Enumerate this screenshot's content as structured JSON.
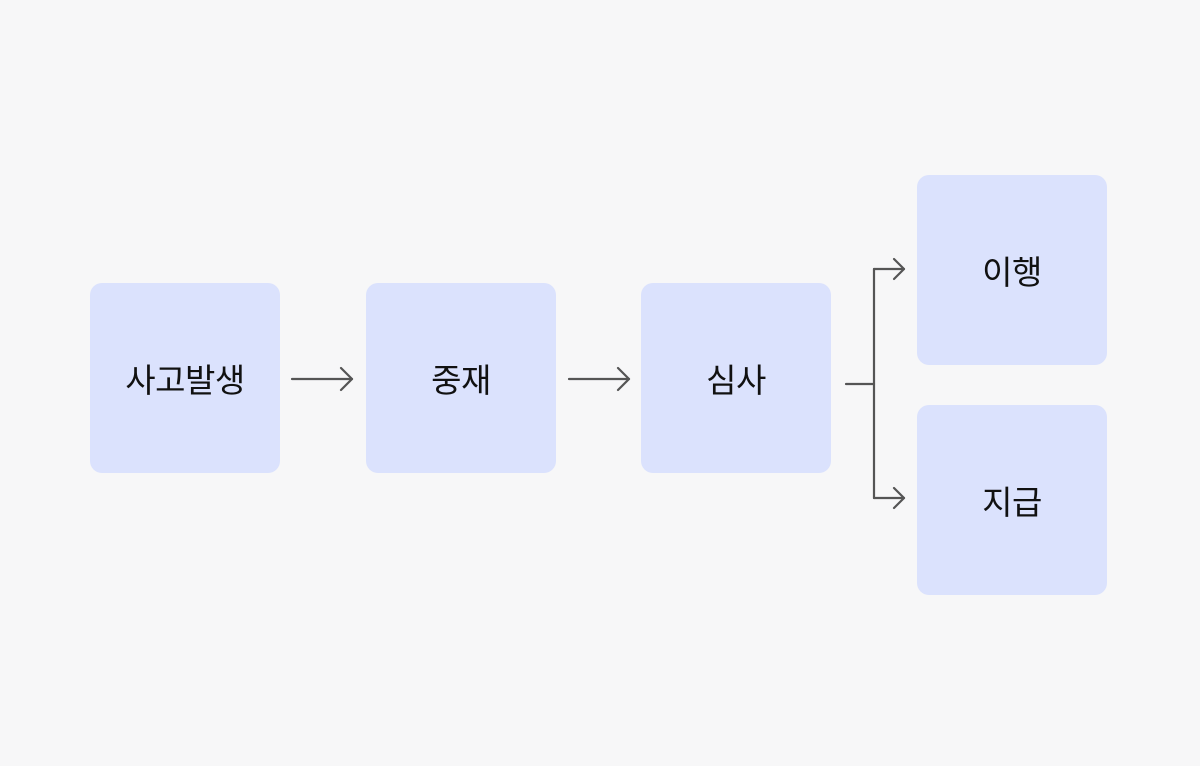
{
  "flow": {
    "steps": [
      {
        "id": "accident",
        "label": "사고발생"
      },
      {
        "id": "mediation",
        "label": "중재"
      },
      {
        "id": "review",
        "label": "심사"
      }
    ],
    "outcomes": [
      {
        "id": "fulfillment",
        "label": "이행"
      },
      {
        "id": "payment",
        "label": "지급"
      }
    ]
  },
  "colors": {
    "background": "#f7f7f8",
    "box_fill": "#dbe2fd",
    "arrow": "#555555",
    "text": "#111111"
  },
  "icons": {
    "arrow": "arrow-right-icon",
    "branch": "branch-connector-icon"
  }
}
